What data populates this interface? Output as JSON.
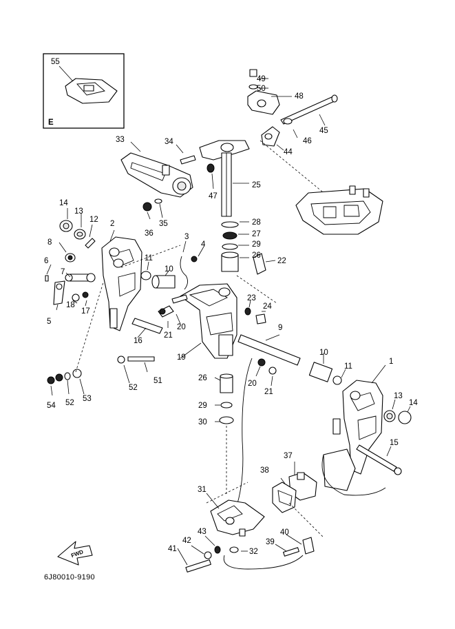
{
  "diagram_code": "6J80010-9190",
  "inset": {
    "label": "E",
    "part_number": "55"
  },
  "fwd_label": "FWD",
  "part_numbers": {
    "p1": "1",
    "p2": "2",
    "p3": "3",
    "p4": "4",
    "p5": "5",
    "p6": "6",
    "p7": "7",
    "p8": "8",
    "p9": "9",
    "p10a": "10",
    "p10b": "10",
    "p11a": "11",
    "p11b": "11",
    "p12": "12",
    "p13a": "13",
    "p13b": "13",
    "p14a": "14",
    "p14b": "14",
    "p15": "15",
    "p16": "16",
    "p17": "17",
    "p18": "18",
    "p19": "19",
    "p20a": "20",
    "p20b": "20",
    "p21a": "21",
    "p21b": "21",
    "p22": "22",
    "p23": "23",
    "p24": "24",
    "p25": "25",
    "p26a": "26",
    "p26b": "26",
    "p27": "27",
    "p28": "28",
    "p29a": "29",
    "p29b": "29",
    "p30": "30",
    "p31": "31",
    "p32": "32",
    "p33": "33",
    "p34": "34",
    "p35": "35",
    "p36": "36",
    "p37": "37",
    "p38": "38",
    "p39": "39",
    "p40": "40",
    "p41": "41",
    "p42": "42",
    "p43": "43",
    "p44": "44",
    "p45": "45",
    "p46": "46",
    "p47": "47",
    "p48": "48",
    "p49": "49",
    "p50": "50",
    "p51": "51",
    "p52": "52",
    "p53": "53",
    "p54": "54"
  }
}
